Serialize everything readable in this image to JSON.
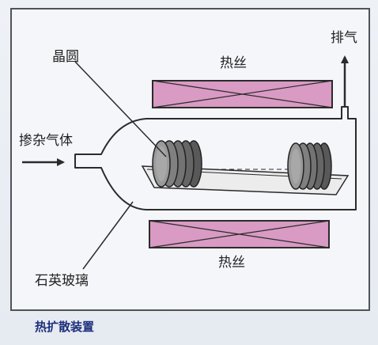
{
  "labels": {
    "wafer": "晶圆",
    "exhaust": "排气",
    "heater_top": "热丝",
    "heater_bottom": "热丝",
    "dopant_gas": "掺杂气体",
    "quartz_glass": "石英玻璃"
  },
  "caption": "热扩散装置",
  "colors": {
    "heater_fill": "#d99ac3",
    "line": "#2b2b2b",
    "wafer": "#6b6b6b",
    "caption": "#1d2f7a"
  }
}
